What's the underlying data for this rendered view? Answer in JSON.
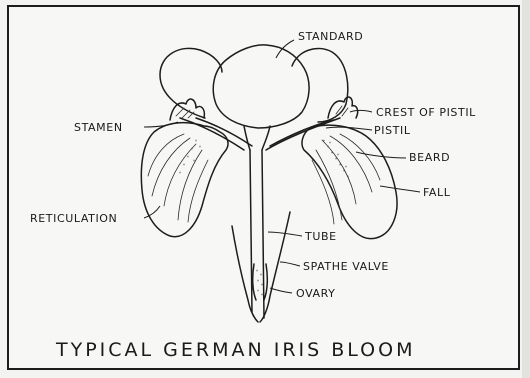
{
  "diagram": {
    "caption": "TYPICAL GERMAN IRIS BLOOM",
    "labels": {
      "standard": "STANDARD",
      "crest_of_pistil": "CREST OF PISTIL",
      "pistil": "PISTIL",
      "stamen": "STAMEN",
      "beard": "BEARD",
      "fall": "FALL",
      "reticulation": "RETICULATION",
      "tube": "TUBE",
      "spathe_valve": "SPATHE VALVE",
      "ovary": "OVARY"
    }
  }
}
